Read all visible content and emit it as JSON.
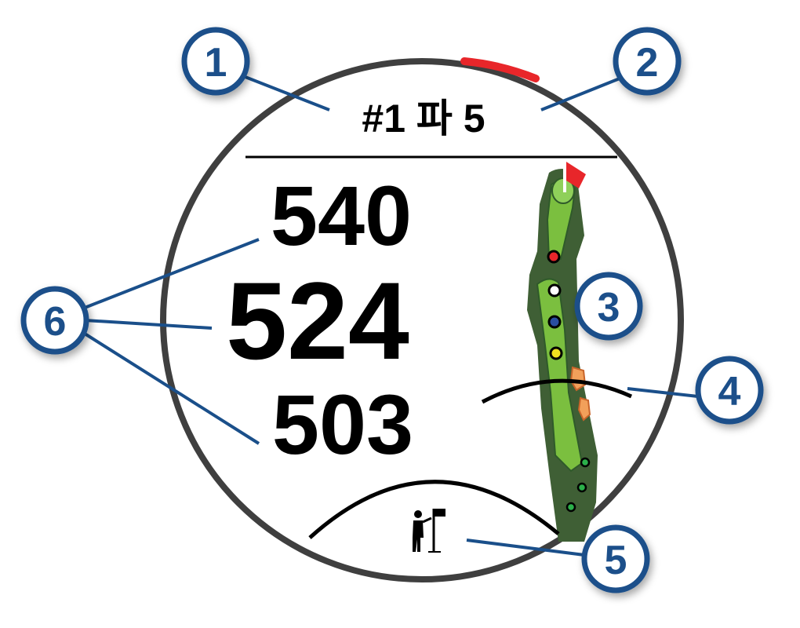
{
  "header": {
    "hole_par": "#1 파 5"
  },
  "distances": {
    "back": "540",
    "middle": "524",
    "front": "503"
  },
  "callouts": [
    "1",
    "2",
    "3",
    "4",
    "5",
    "6"
  ],
  "icons": {
    "bottom": "golfer-with-flag-icon",
    "pin": "red-flag-icon"
  },
  "colors": {
    "callout": "#1a4f8a",
    "bezel": "#3f3f3f",
    "indicator": "#e8262a",
    "fairway": "#7bbf3f",
    "rough": "#3f5f35",
    "bunker": "#f2a05a"
  }
}
